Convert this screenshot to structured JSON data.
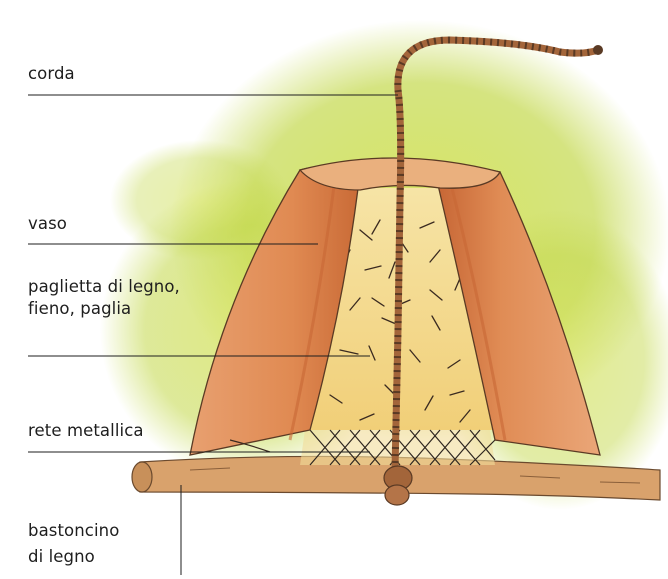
{
  "labels": {
    "corda": "corda",
    "vaso": "vaso",
    "paglietta_1": "paglietta di legno,",
    "paglietta_2": "fieno, paglia",
    "rete": "rete metallica",
    "bastoncino_1": "bastoncino",
    "bastoncino_2": "di legno"
  },
  "colors": {
    "background_wash": "#c9dc4a",
    "pot_terracotta": "#e0915a",
    "pot_shadow": "#c8693a",
    "straw": "#f2d98a",
    "mesh": "#3a2a20",
    "rope": "#a86a3c",
    "stick": "#d8a06a"
  }
}
